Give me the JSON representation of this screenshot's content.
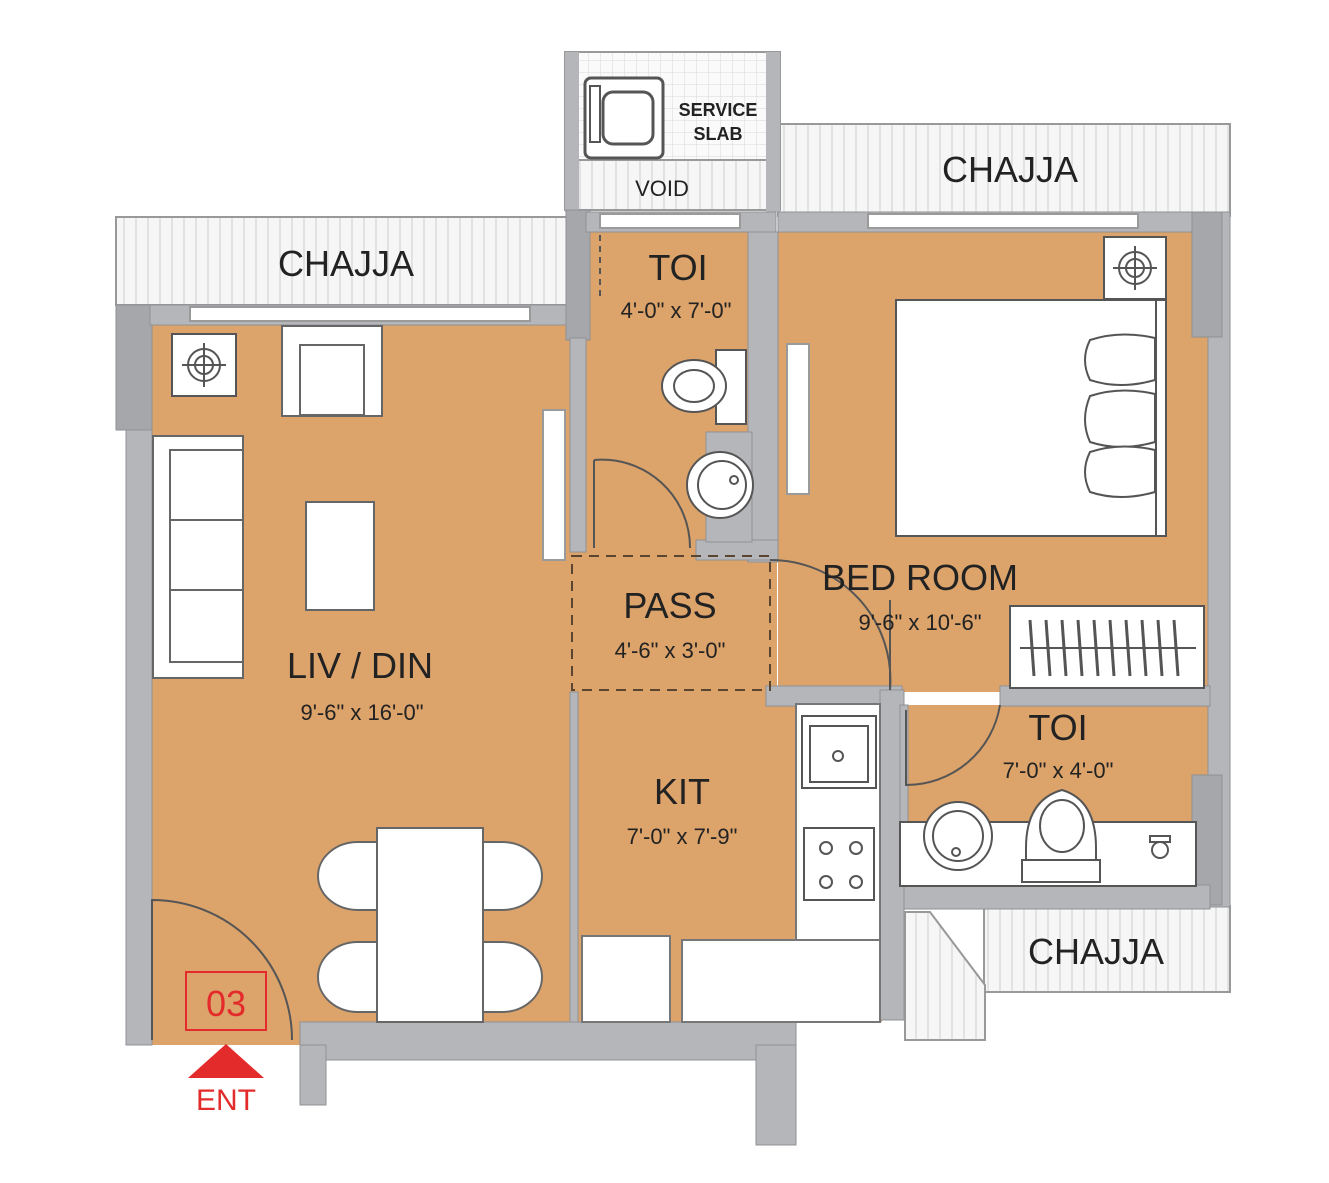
{
  "colors": {
    "floor": "#DCA36B",
    "wall": "#B4B6B9",
    "wall_dark": "#8F9196",
    "chajja_fill": "#F4F4F4",
    "furniture": "#FFFFFF",
    "entry_marker": "#E32B2B"
  },
  "labels": {
    "chajja_left": "CHAJJA",
    "chajja_top_right": "CHAJJA",
    "chajja_bottom_right": "CHAJJA",
    "service_slab_line1": "SERVICE",
    "service_slab_line2": "SLAB",
    "void": "VOID",
    "unit_number": "03",
    "entrance": "ENT"
  },
  "rooms": {
    "toi_top": {
      "name": "TOI",
      "dimensions": "4'-0\" x 7'-0\""
    },
    "liv_din": {
      "name": "LIV / DIN",
      "dimensions": "9'-6\" x 16'-0\""
    },
    "pass": {
      "name": "PASS",
      "dimensions": "4'-6\" x 3'-0\""
    },
    "bed_room": {
      "name": "BED ROOM",
      "dimensions": "9'-6\" x 10'-6\""
    },
    "kit": {
      "name": "KIT",
      "dimensions": "7'-0\" x 7'-9\""
    },
    "toi_bottom": {
      "name": "TOI",
      "dimensions": "7'-0\" x 4'-0\""
    }
  },
  "icons": [
    "washing-machine-icon",
    "shower-drain-icon",
    "toilet-icon",
    "washbasin-icon",
    "hob-icon",
    "sink-icon",
    "bed-icon",
    "wardrobe-icon",
    "sofa-icon",
    "armchair-icon",
    "dining-table-icon",
    "entry-arrow-icon"
  ]
}
